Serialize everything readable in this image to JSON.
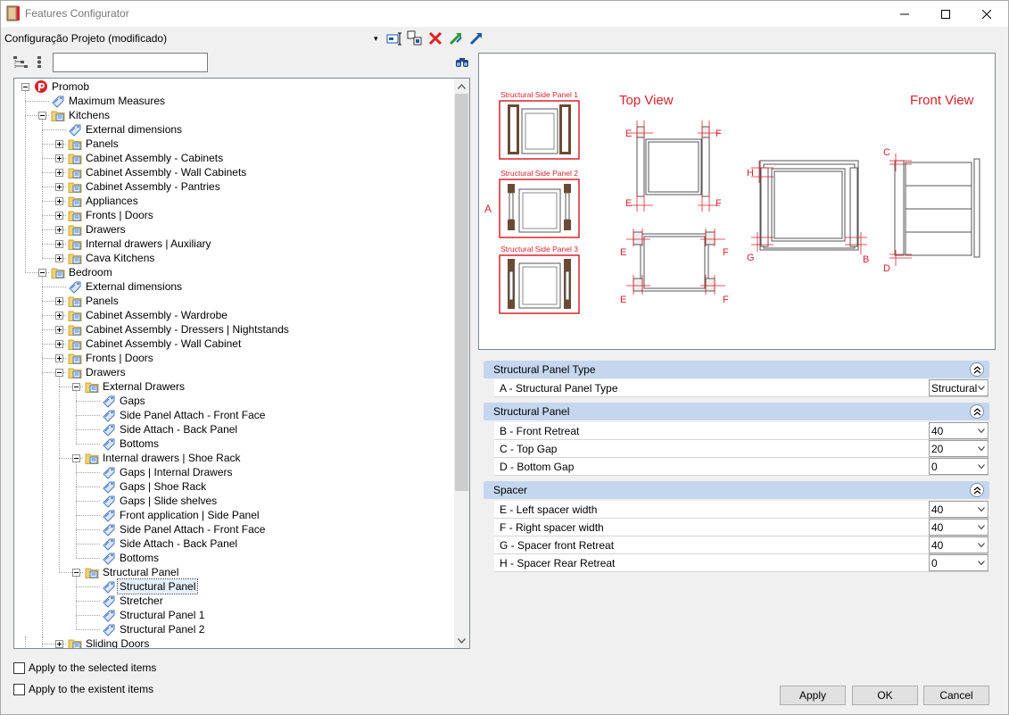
{
  "window": {
    "title": "Features Configurator"
  },
  "config": {
    "name": "Configuração Projeto (modificado)",
    "dropdown_arrow": "▾"
  },
  "search": {
    "value": ""
  },
  "tree": [
    {
      "label": "Promob",
      "depth": 0,
      "expander": "minus",
      "icon": "promob-logo-icon"
    },
    {
      "label": "Maximum Measures",
      "depth": 1,
      "expander": "none",
      "icon": "tag-icon"
    },
    {
      "label": "Kitchens",
      "depth": 1,
      "expander": "minus",
      "icon": "folder-icon"
    },
    {
      "label": "External dimensions",
      "depth": 2,
      "expander": "none",
      "icon": "tag-icon"
    },
    {
      "label": "Panels",
      "depth": 2,
      "expander": "plus",
      "icon": "folder-icon"
    },
    {
      "label": "Cabinet Assembly - Cabinets",
      "depth": 2,
      "expander": "plus",
      "icon": "folder-icon"
    },
    {
      "label": "Cabinet Assembly - Wall Cabinets",
      "depth": 2,
      "expander": "plus",
      "icon": "folder-icon"
    },
    {
      "label": "Cabinet Assembly - Pantries",
      "depth": 2,
      "expander": "plus",
      "icon": "folder-icon"
    },
    {
      "label": "Appliances",
      "depth": 2,
      "expander": "plus",
      "icon": "folder-icon"
    },
    {
      "label": "Fronts | Doors",
      "depth": 2,
      "expander": "plus",
      "icon": "folder-icon"
    },
    {
      "label": "Drawers",
      "depth": 2,
      "expander": "plus",
      "icon": "folder-icon"
    },
    {
      "label": "Internal drawers | Auxiliary",
      "depth": 2,
      "expander": "plus",
      "icon": "folder-icon"
    },
    {
      "label": "Cava Kitchens",
      "depth": 2,
      "expander": "plus",
      "icon": "folder-icon"
    },
    {
      "label": "Bedroom",
      "depth": 1,
      "expander": "minus",
      "icon": "folder-icon"
    },
    {
      "label": "External dimensions",
      "depth": 2,
      "expander": "none",
      "icon": "tag-icon"
    },
    {
      "label": "Panels",
      "depth": 2,
      "expander": "plus",
      "icon": "folder-icon"
    },
    {
      "label": "Cabinet Assembly - Wardrobe",
      "depth": 2,
      "expander": "plus",
      "icon": "folder-icon"
    },
    {
      "label": "Cabinet Assembly - Dressers | Nightstands",
      "depth": 2,
      "expander": "plus",
      "icon": "folder-icon"
    },
    {
      "label": "Cabinet Assembly - Wall Cabinet",
      "depth": 2,
      "expander": "plus",
      "icon": "folder-icon"
    },
    {
      "label": "Fronts | Doors",
      "depth": 2,
      "expander": "plus",
      "icon": "folder-icon"
    },
    {
      "label": "Drawers",
      "depth": 2,
      "expander": "minus",
      "icon": "folder-icon"
    },
    {
      "label": "External Drawers",
      "depth": 3,
      "expander": "minus",
      "icon": "folder-icon"
    },
    {
      "label": "Gaps",
      "depth": 4,
      "expander": "none",
      "icon": "tag-icon"
    },
    {
      "label": "Side Panel Attach - Front Face",
      "depth": 4,
      "expander": "none",
      "icon": "tag-icon"
    },
    {
      "label": "Side Attach - Back Panel",
      "depth": 4,
      "expander": "none",
      "icon": "tag-icon"
    },
    {
      "label": " Bottoms",
      "depth": 4,
      "expander": "none",
      "icon": "tag-icon"
    },
    {
      "label": "Internal drawers | Shoe Rack",
      "depth": 3,
      "expander": "minus",
      "icon": "folder-icon"
    },
    {
      "label": "Gaps | Internal Drawers",
      "depth": 4,
      "expander": "none",
      "icon": "tag-icon"
    },
    {
      "label": "Gaps | Shoe Rack",
      "depth": 4,
      "expander": "none",
      "icon": "tag-icon"
    },
    {
      "label": "Gaps | Slide shelves",
      "depth": 4,
      "expander": "none",
      "icon": "tag-icon"
    },
    {
      "label": "Front application | Side Panel",
      "depth": 4,
      "expander": "none",
      "icon": "tag-icon"
    },
    {
      "label": "Side Panel Attach - Front Face",
      "depth": 4,
      "expander": "none",
      "icon": "tag-icon"
    },
    {
      "label": "Side Attach - Back Panel",
      "depth": 4,
      "expander": "none",
      "icon": "tag-icon"
    },
    {
      "label": " Bottoms",
      "depth": 4,
      "expander": "none",
      "icon": "tag-icon"
    },
    {
      "label": "Structural Panel",
      "depth": 3,
      "expander": "minus",
      "icon": "folder-icon"
    },
    {
      "label": "Structural Panel",
      "depth": 4,
      "expander": "none",
      "icon": "tag-icon",
      "selected": true
    },
    {
      "label": "Stretcher",
      "depth": 4,
      "expander": "none",
      "icon": "tag-icon"
    },
    {
      "label": "Structural Panel 1",
      "depth": 4,
      "expander": "none",
      "icon": "tag-icon"
    },
    {
      "label": "Structural Panel 2",
      "depth": 4,
      "expander": "none",
      "icon": "tag-icon"
    },
    {
      "label": "Sliding Doors",
      "depth": 2,
      "expander": "plus",
      "icon": "folder-icon"
    }
  ],
  "checkboxes": {
    "apply_selected": "Apply to the selected items",
    "apply_existent": "Apply to the existent items"
  },
  "preview": {
    "panel1": "Structural Side Panel 1",
    "panel2": "Structural Side Panel 2",
    "panel3": "Structural Side Panel 3",
    "top_view": "Top View",
    "front_view": "Front View",
    "letters": {
      "a": "A",
      "b": "B",
      "c": "C",
      "d": "D",
      "e": "E",
      "f": "F",
      "g": "G",
      "h": "H"
    },
    "accent_color": "#d9232e",
    "wood_color": "#6b4a35"
  },
  "properties": {
    "cat1": {
      "label": "Structural Panel Type"
    },
    "p_a": {
      "label": "A - Structural Panel Type",
      "value": "Structural"
    },
    "cat2": {
      "label": "Structural Panel"
    },
    "p_b": {
      "label": "B - Front Retreat",
      "value": "40"
    },
    "p_c": {
      "label": "C - Top Gap",
      "value": "20"
    },
    "p_d": {
      "label": "D - Bottom Gap",
      "value": "0"
    },
    "cat3": {
      "label": "Spacer"
    },
    "p_e": {
      "label": "E - Left spacer width",
      "value": "40"
    },
    "p_f": {
      "label": "F - Right spacer width",
      "value": "40"
    },
    "p_g": {
      "label": "G - Spacer front Retreat",
      "value": "40"
    },
    "p_h": {
      "label": "H - Spacer Rear Retreat",
      "value": "0"
    }
  },
  "buttons": {
    "apply": "Apply",
    "ok": "OK",
    "cancel": "Cancel"
  }
}
